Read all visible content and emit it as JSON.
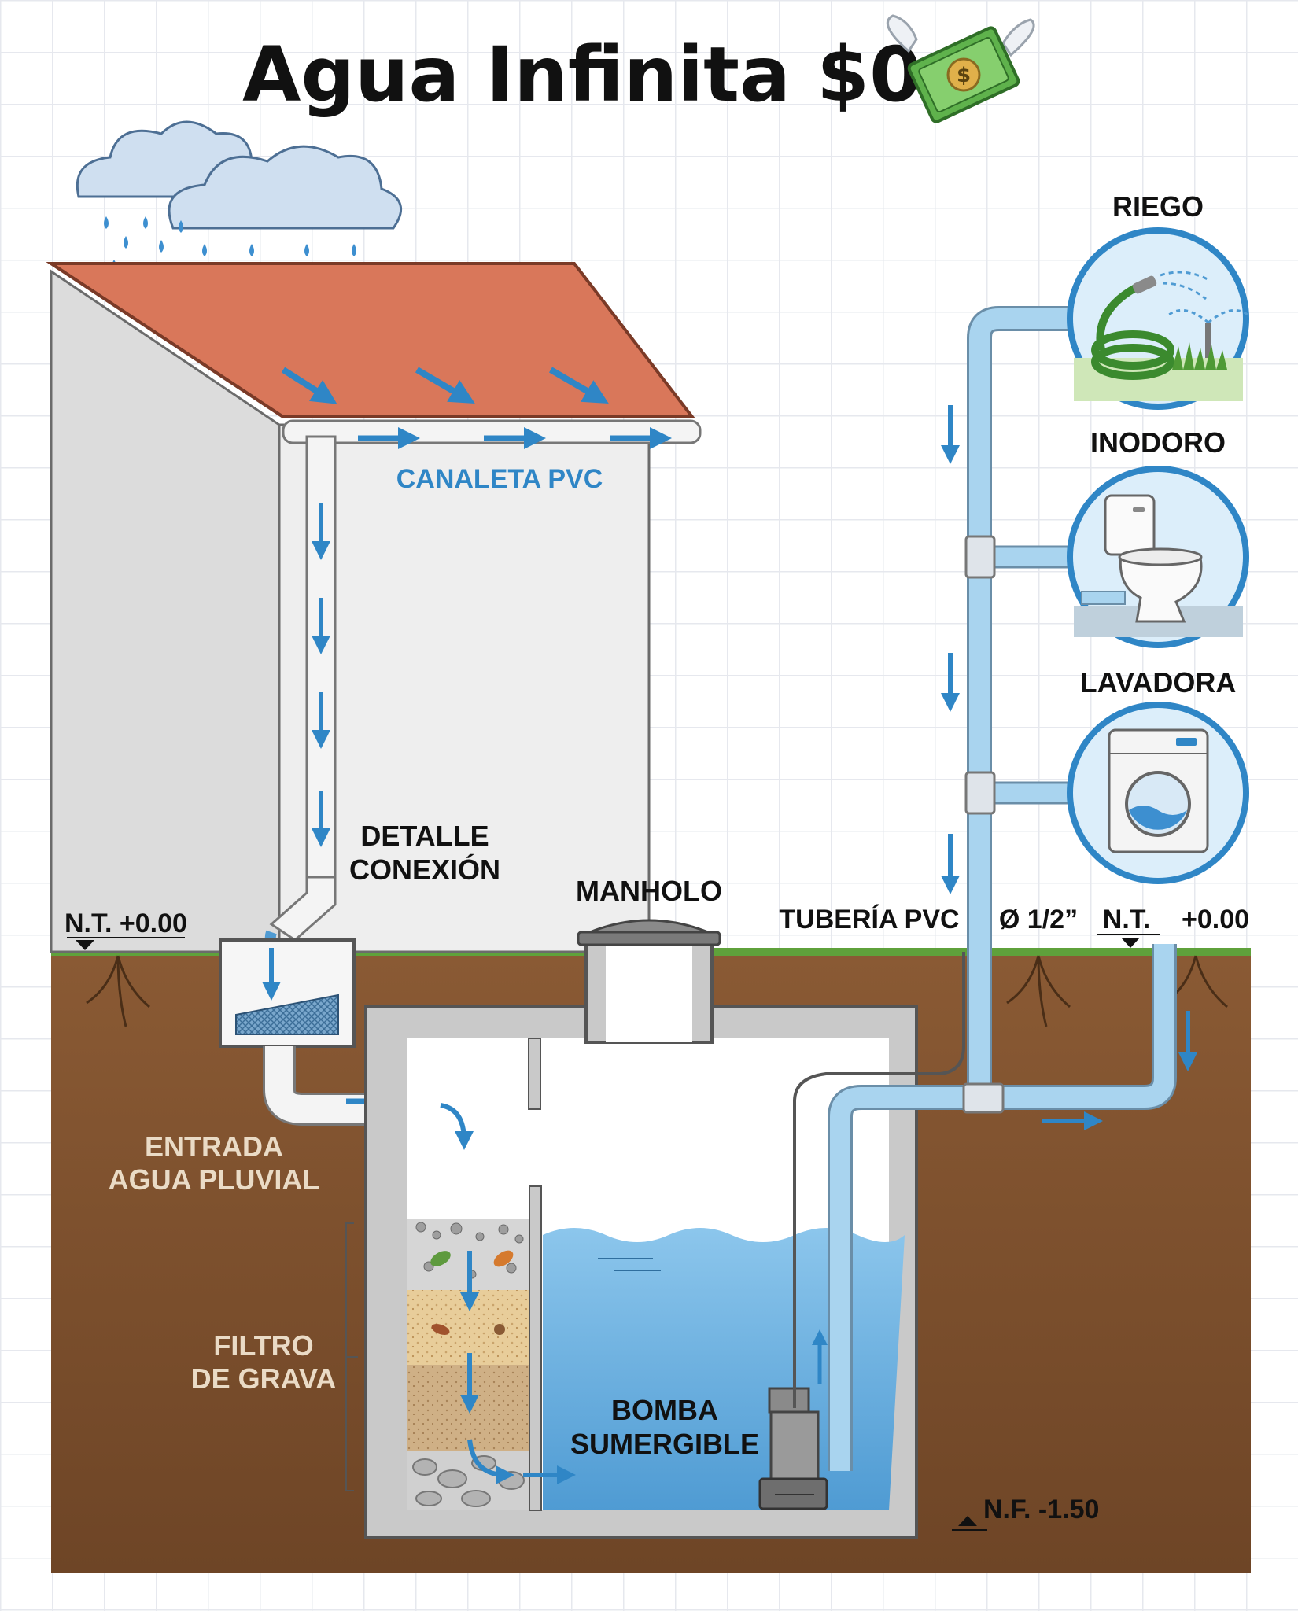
{
  "title": "Agua Infinita $0",
  "title_icon": "money-with-wings-icon",
  "labels": {
    "canaleta": "CANALETA PVC",
    "detalle_line1": "DETALLE",
    "detalle_line2": "CONEXIÓN",
    "nt_left": "N.T. +0.00",
    "manholo": "MANHOLO",
    "tuberia": "TUBERÍA PVC",
    "diametro": "Ø 1/2”",
    "nt_right_a": "N.T.",
    "nt_right_b": "+0.00",
    "entrada_line1": "ENTRADA",
    "entrada_line2": "AGUA PLUVIAL",
    "filtro_line1": "FILTRO",
    "filtro_line2": "DE GRAVA",
    "bomba_line1": "BOMBA",
    "bomba_line2": "SUMERGIBLE",
    "nf": "N.F. -1.50"
  },
  "uses": [
    {
      "label": "RIEGO",
      "icon": "garden-hose-sprinkler-icon"
    },
    {
      "label": "INODORO",
      "icon": "toilet-icon"
    },
    {
      "label": "LAVADORA",
      "icon": "washing-machine-icon"
    }
  ],
  "colors": {
    "roof": "#d9775a",
    "water": "#5aa6d8",
    "pipe": "#a9d4ef",
    "soil": "#7a4e2c",
    "grass": "#5fa13b",
    "concrete": "#c9c9c9",
    "label_blue": "#2f86c6",
    "arrow": "#2f86c6"
  }
}
